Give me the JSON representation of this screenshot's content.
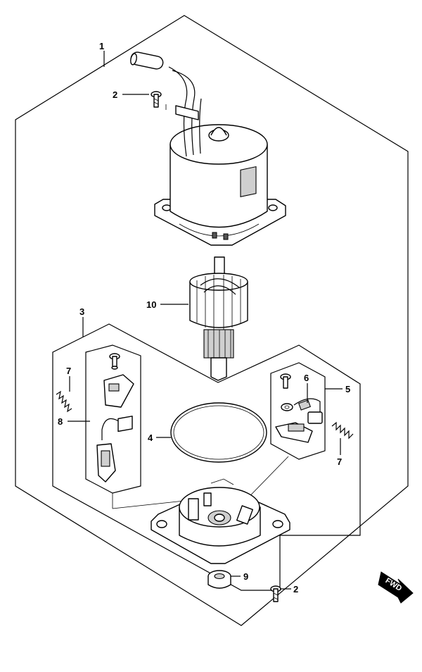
{
  "callouts": {
    "c1": "1",
    "c2a": "2",
    "c2b": "2",
    "c3": "3",
    "c4": "4",
    "c5": "5",
    "c6": "6",
    "c7a": "7",
    "c7b": "7",
    "c8": "8",
    "c9": "9",
    "c10": "10"
  },
  "fwd_label": "FWD"
}
